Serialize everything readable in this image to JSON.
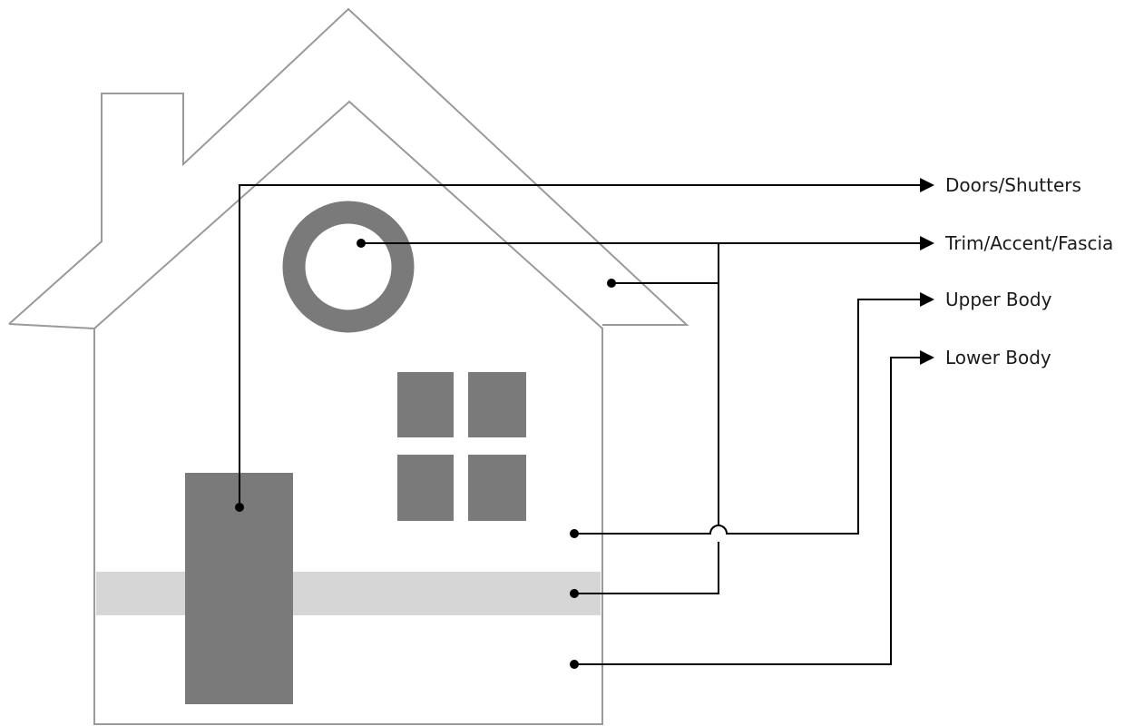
{
  "labels": {
    "doors_shutters": "Doors/Shutters",
    "trim_accent_fascia": "Trim/Accent/Fascia",
    "upper_body": "Upper Body",
    "lower_body": "Lower Body"
  },
  "colors": {
    "outline": "#9a9a9a",
    "dark_fill": "#7a7a7a",
    "trim_band": "#d6d6d6",
    "leader": "#000000"
  }
}
